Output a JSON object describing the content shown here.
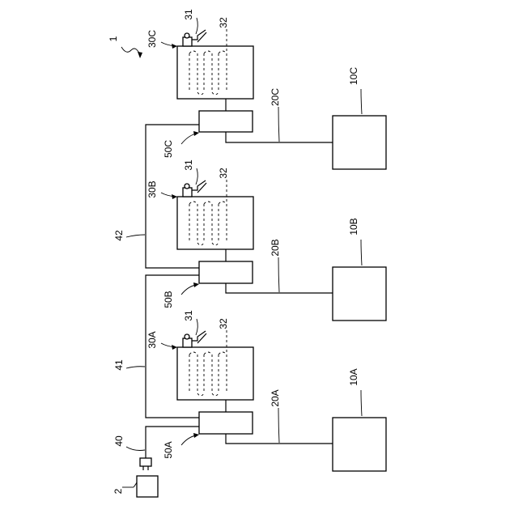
{
  "labels": {
    "system": "1",
    "power_source": "2",
    "tank_a": "10A",
    "tank_b": "10B",
    "tank_c": "10C",
    "pipe_a": "20A",
    "pipe_b": "20B",
    "pipe_c": "20C",
    "unit_a": "30A",
    "unit_b": "30B",
    "unit_c": "30C",
    "nozzle": "31",
    "coil": "32",
    "cable_main": "40",
    "cable_ab": "41",
    "cable_bc": "42",
    "ctrl_a": "50A",
    "ctrl_b": "50B",
    "ctrl_c": "50C"
  }
}
